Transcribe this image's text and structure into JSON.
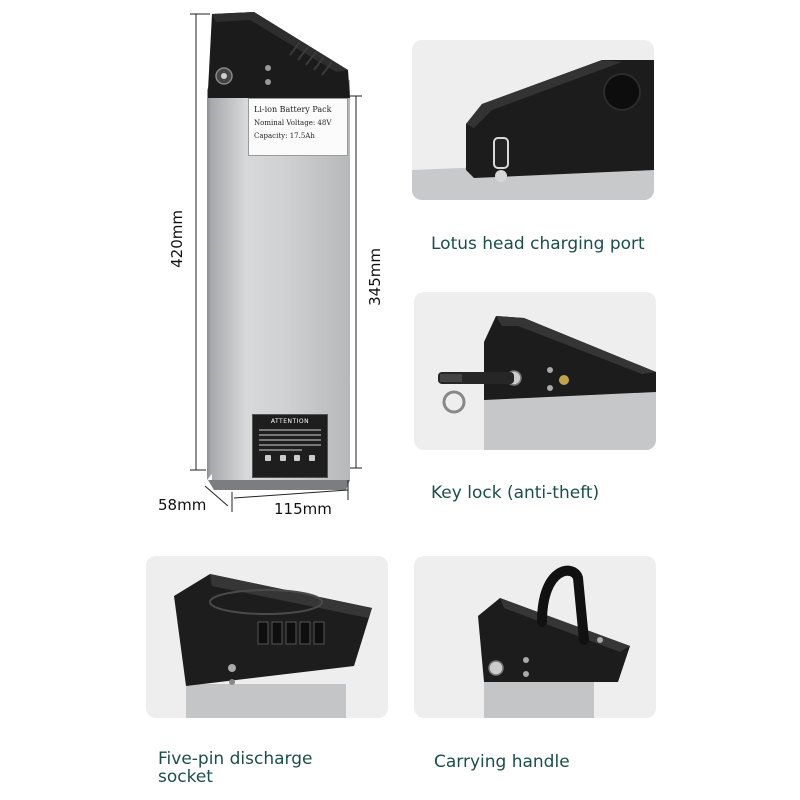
{
  "battery": {
    "label_title": "Li-ion Battery Pack",
    "label_voltage": "Nominal Voltage: 48V",
    "label_capacity": "Capacity: 17.5Ah",
    "attention_title": "ATTENTION"
  },
  "dimensions": {
    "height_total": "420mm",
    "height_body": "345mm",
    "depth": "58mm",
    "width": "115mm"
  },
  "features": [
    {
      "caption": "Lotus head charging port"
    },
    {
      "caption": "Key lock (anti-theft)"
    },
    {
      "caption": "Five-pin discharge socket"
    },
    {
      "caption": "Carrying handle"
    }
  ],
  "colors": {
    "caption": "#1a4f4a",
    "panel_bg": "#eeeeef",
    "battery_body": "#c9cacc",
    "battery_cap": "#1b1b1b"
  }
}
